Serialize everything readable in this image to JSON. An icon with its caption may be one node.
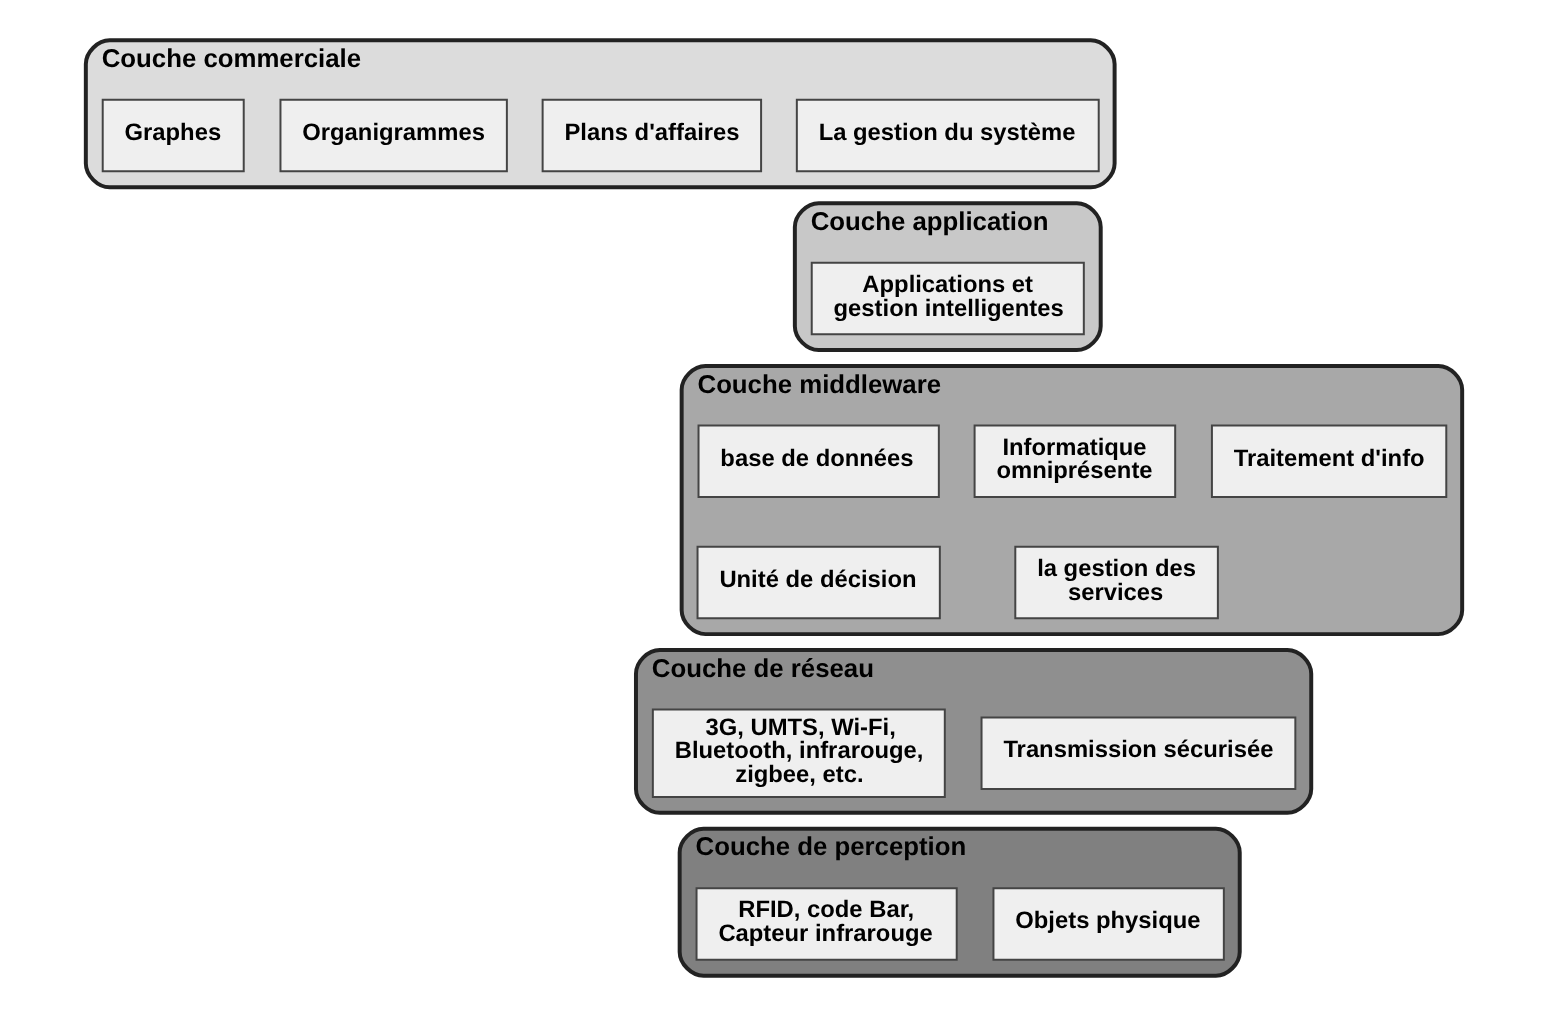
{
  "diagram": {
    "nodes": [
      {
        "text": [
          "Couche commerciale"
        ]
      },
      {
        "text": [
          "La gestion du système"
        ],
        "in": 0
      },
      {
        "text": [
          "Plans d'affaires"
        ],
        "in": 0
      },
      {
        "text": [
          "Organigrammes"
        ],
        "in": 0
      },
      {
        "text": [
          "Graphes"
        ],
        "in": 0
      },
      {
        "text": [
          "Couche application"
        ]
      },
      {
        "text": [
          "Applications et gestion intelligentes"
        ],
        "in": 5
      },
      {
        "text": [
          "Couche middleware"
        ]
      },
      {
        "text": [
          "Traitement d'info"
        ],
        "in": 7
      },
      {
        "text": [
          "Informatique omniprésente"
        ],
        "in": 7
      },
      {
        "text": [
          "base de données"
        ],
        "in": 7
      },
      {
        "text": [
          "la gestion des services"
        ],
        "in": 7
      },
      {
        "text": [
          "Unité de décision"
        ],
        "in": 7
      },
      {
        "text": [
          "Couche de réseau"
        ]
      },
      {
        "text": [
          "Transmission sécurisée"
        ],
        "in": 13
      },
      {
        "text": [
          "3G, UMTS, Wi-Fi, Bluetooth, infrarouge, zigbee, etc."
        ],
        "in": 13
      },
      {
        "text": [
          "Couche de perception"
        ]
      },
      {
        "text": [
          "Objets physique"
        ],
        "in": 16
      },
      {
        "text": [
          "RFID, code Bar, Capteur infrarouge"
        ],
        "in": 16
      }
    ]
  }
}
